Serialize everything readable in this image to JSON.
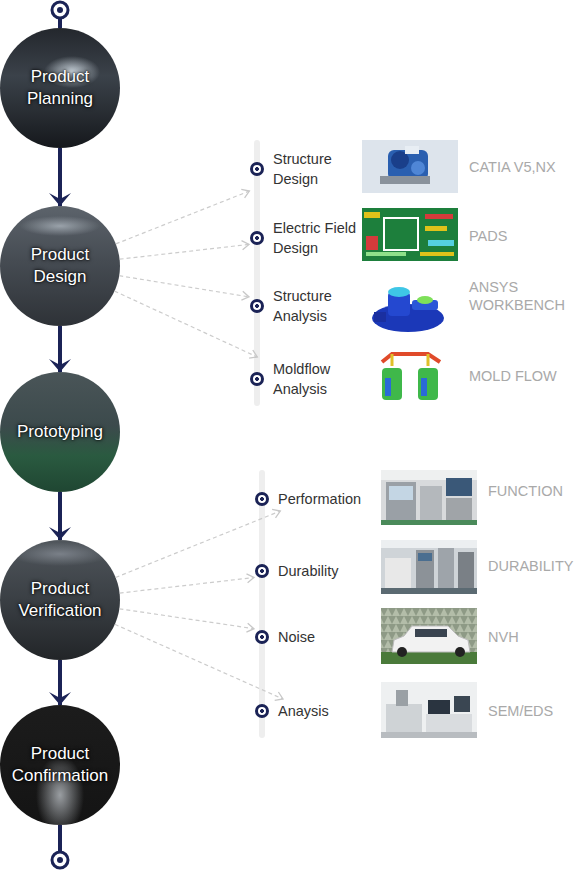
{
  "diagram": {
    "nodes": [
      {
        "text": [
          "Product Planning"
        ]
      },
      {
        "text": [
          "Product Design"
        ]
      },
      {
        "text": [
          "Prototyping"
        ]
      },
      {
        "text": [
          "Product Verification"
        ]
      },
      {
        "text": [
          "Product Confirmation"
        ]
      },
      {
        "text": [
          "Structure Design"
        ]
      },
      {
        "text": [
          "Electric Field Design"
        ]
      },
      {
        "text": [
          "Structure Analysis"
        ]
      },
      {
        "text": [
          "Moldflow Analysis"
        ]
      },
      {
        "text": [
          "Performation"
        ]
      },
      {
        "text": [
          "Durability"
        ]
      },
      {
        "text": [
          "Noise"
        ]
      },
      {
        "text": [
          "Anaysis"
        ]
      }
    ],
    "edges": [
      {
        "from": 0,
        "to": 1,
        "arrow": "to"
      },
      {
        "from": 1,
        "to": 2,
        "arrow": "to"
      },
      {
        "from": 2,
        "to": 3,
        "arrow": "to"
      },
      {
        "from": 3,
        "to": 4,
        "arrow": "to"
      },
      {
        "from": 1,
        "to": 5,
        "arrow": "to"
      },
      {
        "from": 1,
        "to": 6,
        "arrow": "to"
      },
      {
        "from": 1,
        "to": 7,
        "arrow": "to"
      },
      {
        "from": 1,
        "to": 8,
        "arrow": "to"
      },
      {
        "from": 3,
        "to": 9,
        "arrow": "to"
      },
      {
        "from": 3,
        "to": 10,
        "arrow": "to"
      },
      {
        "from": 3,
        "to": 11,
        "arrow": "to"
      },
      {
        "from": 3,
        "to": 12,
        "arrow": "to"
      }
    ],
    "labels": [
      "CATIA V5,NX",
      "PADS",
      "ANSYS WORKBENCH",
      "MOLD FLOW",
      "FUNCTION",
      "DURABILITY",
      "NVH",
      "SEM/EDS"
    ]
  }
}
